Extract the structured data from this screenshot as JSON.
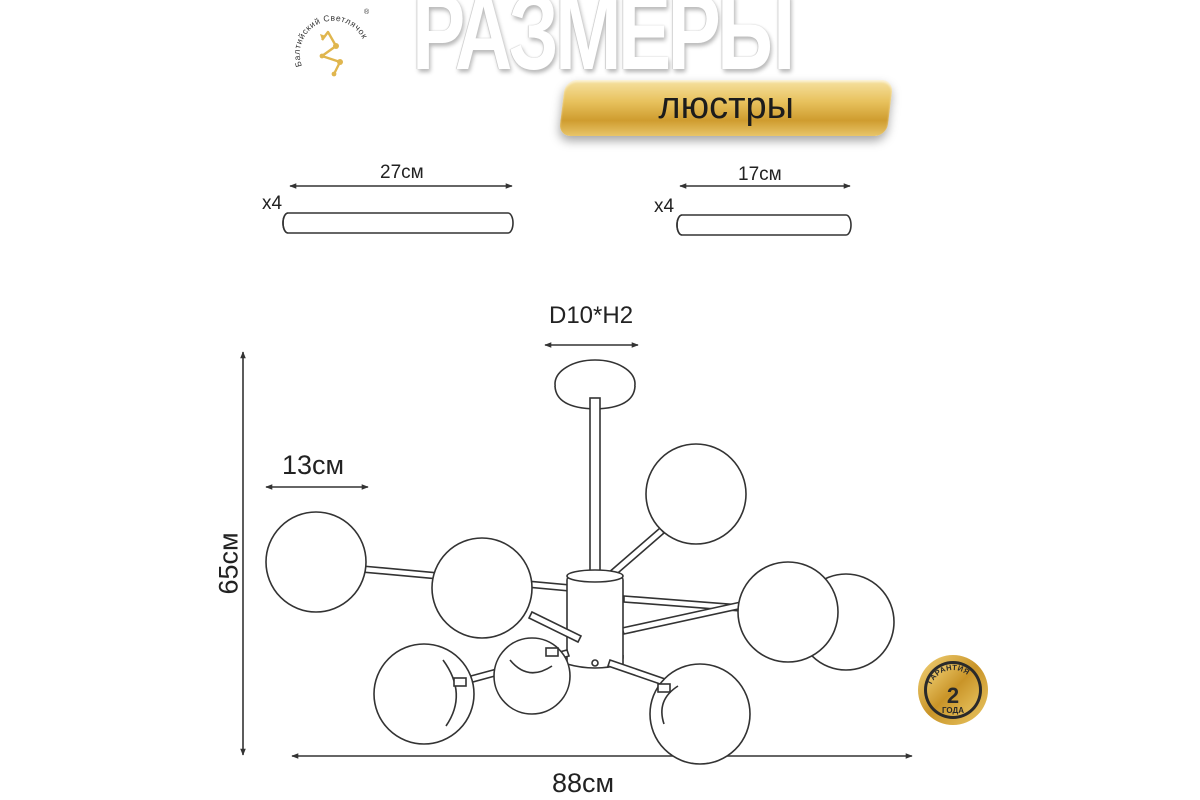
{
  "brand": {
    "name": "Балтийский Светлячок",
    "mark": "®",
    "logo_icon": "firefly-constellation-icon"
  },
  "header": {
    "title": "РАЗМЕРЫ",
    "subtitle": "люстры"
  },
  "parts": {
    "long_rod": {
      "length_label": "27см",
      "quantity_label": "x4"
    },
    "short_rod": {
      "length_label": "17см",
      "quantity_label": "x4"
    }
  },
  "dimensions": {
    "canopy": "D10*H2",
    "shade_diameter": "13см",
    "height": "65см",
    "width": "88см"
  },
  "warranty_badge": {
    "text_top": "ГАРАНТИЯ",
    "number": "2",
    "unit": "ГОДА",
    "colors": {
      "gold": "#d4a637",
      "dark": "#2a2a2a"
    }
  },
  "colors": {
    "line": "#333333",
    "gold_accent": "#e0b64e"
  }
}
